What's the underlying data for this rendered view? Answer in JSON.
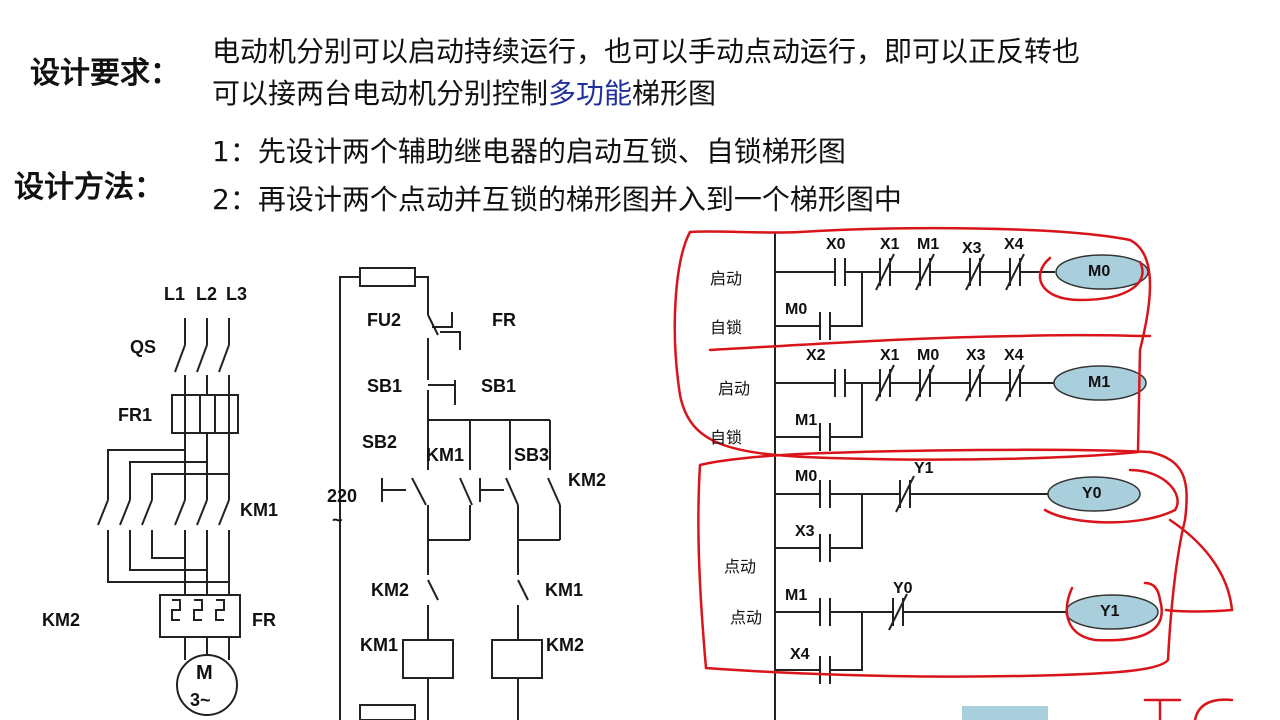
{
  "requirements": {
    "label": "设计要求：",
    "line1": "电动机分别可以启动持续运行，也可以手动点动运行，即可以正反转也",
    "line2_prefix": "可以接两台电动机分别控制",
    "line2_highlight": "多功能",
    "line2_suffix": "梯形图"
  },
  "method": {
    "label": "设计方法：",
    "step1": "1：先设计两个辅助继电器的启动互锁、自锁梯形图",
    "step2": "2：再设计两个点动并互锁的梯形图并入到一个梯形图中"
  },
  "motor_circuit": {
    "phases": [
      "L1",
      "L2",
      "L3"
    ],
    "switch": "QS",
    "relay_top": "FR1",
    "contactor1": "KM1",
    "contactor2": "KM2",
    "overload": "FR",
    "motor_symbol": "M",
    "motor_phase": "3~"
  },
  "control_circuit": {
    "fuse": "FU2",
    "overload": "FR",
    "stop_button": "SB1",
    "stop_button_right": "SB1",
    "button2": "SB2",
    "button3": "SB3",
    "contact_km1": "KM1",
    "contact_km2": "KM2",
    "voltage": "220",
    "ac": "~",
    "interlock_left": "KM2",
    "interlock_right": "KM1",
    "coil_left": "KM1",
    "coil_right": "KM2"
  },
  "ladder": {
    "rung1": {
      "contacts": [
        "X0",
        "X1",
        "M1",
        "X3",
        "X4"
      ],
      "seal": "M0",
      "coil": "M0",
      "note_start": "启动",
      "note_seal": "自锁"
    },
    "rung2": {
      "contacts": [
        "X2",
        "X1",
        "M0",
        "X3",
        "X4"
      ],
      "seal": "M1",
      "coil": "M1",
      "note_start": "启动",
      "note_seal": "自锁"
    },
    "rung3": {
      "contacts": [
        "M0",
        "Y1"
      ],
      "parallel": "X3",
      "coil": "Y0",
      "note": "点动"
    },
    "rung4": {
      "contacts": [
        "M1",
        "Y0"
      ],
      "parallel": "X4",
      "coil": "Y1",
      "note": "点动"
    }
  },
  "colors": {
    "annotation": "#d9141b",
    "coil_fill": "#a9cfdc",
    "highlight": "#1f2f9c"
  }
}
